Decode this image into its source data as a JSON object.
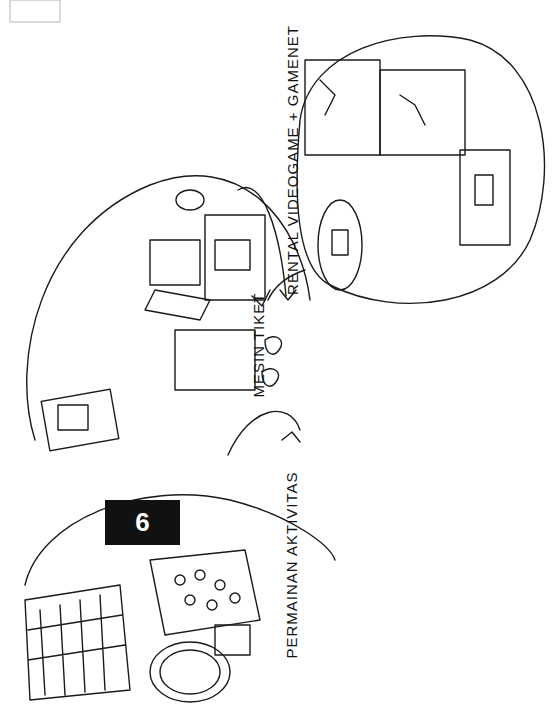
{
  "diagram": {
    "nodes": [
      {
        "text": [
          "6"
        ]
      }
    ],
    "labels": [
      "RENTAL VIDEOGAME + GAMENET",
      "MESIN TIKET",
      "PERMAINAN AKTIVITAS"
    ]
  }
}
